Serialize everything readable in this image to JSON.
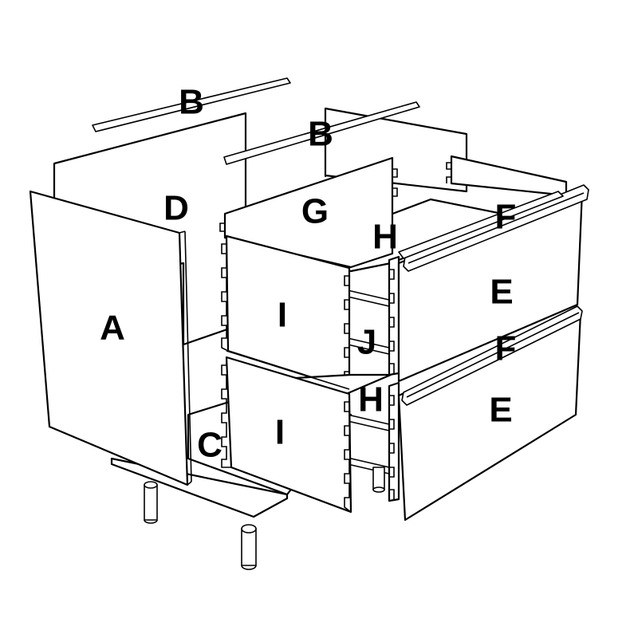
{
  "labels": {
    "A": "A",
    "B1": "B",
    "B2": "B",
    "C": "C",
    "D": "D",
    "E1": "E",
    "E2": "E",
    "F1": "F",
    "F2": "F",
    "G": "G",
    "H1": "H",
    "H2": "H",
    "I1": "I",
    "I2": "I",
    "J": "J"
  },
  "colors": {
    "line": "#000000",
    "fill": "#ffffff"
  }
}
